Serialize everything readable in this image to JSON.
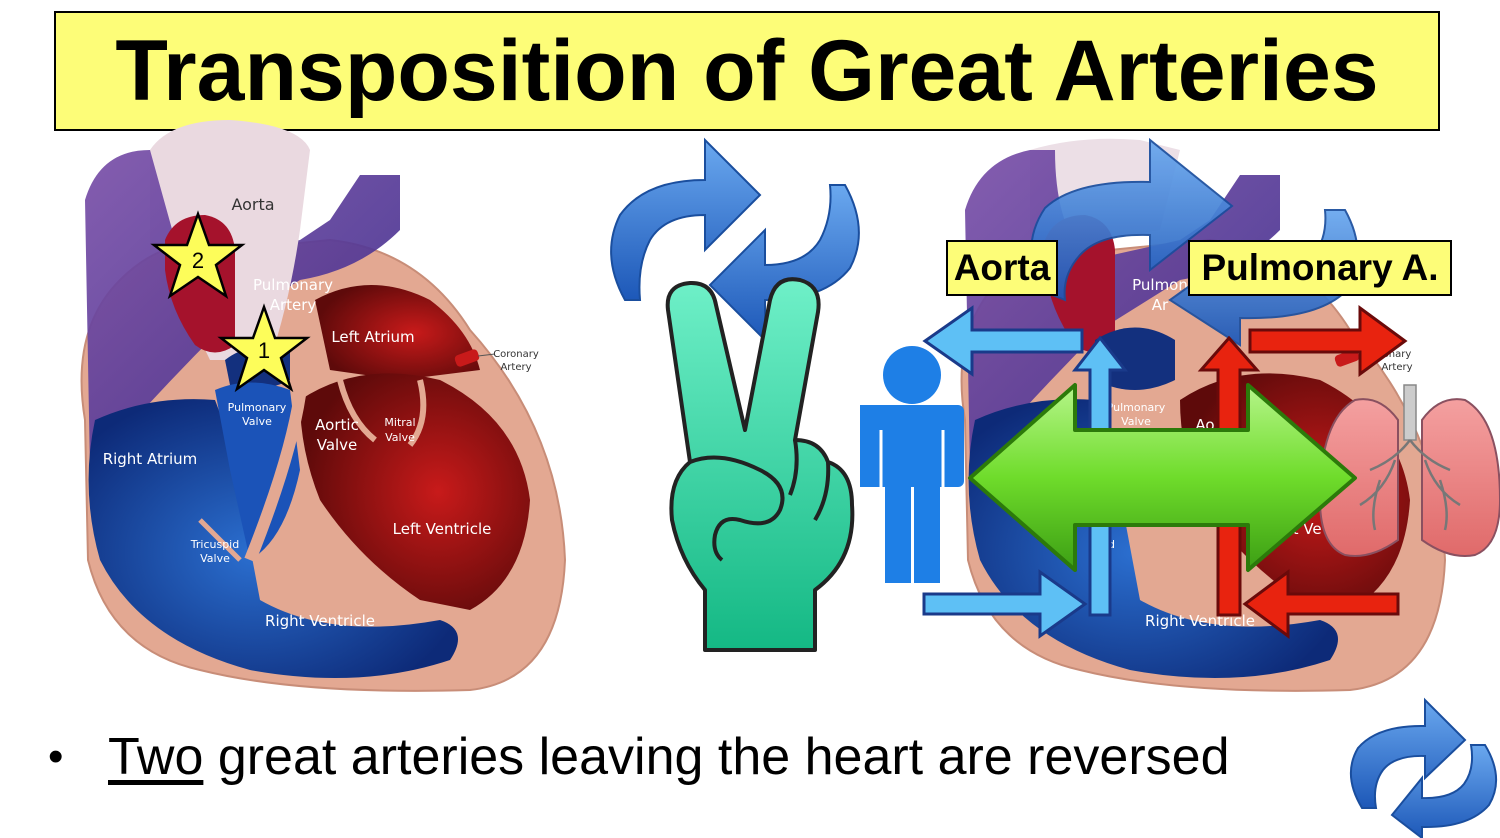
{
  "title": "Transposition of Great Arteries",
  "left_heart": {
    "labels": {
      "aorta": "Aorta",
      "pulmonary_artery_1": "Pulmonary",
      "pulmonary_artery_2": "Artery",
      "left_atrium": "Left Atrium",
      "coronary_1": "Coronary",
      "coronary_2": "Artery",
      "pulmonary_valve_1": "Pulmonary",
      "pulmonary_valve_2": "Valve",
      "aortic_valve_1": "Aortic",
      "aortic_valve_2": "Valve",
      "mitral_valve_1": "Mitral",
      "mitral_valve_2": "Valve",
      "right_atrium": "Right Atrium",
      "left_ventricle": "Left Ventricle",
      "tricuspid_valve_1": "Tricuspid",
      "tricuspid_valve_2": "Valve",
      "right_ventricle": "Right Ventricle"
    },
    "stars": [
      "1",
      "2"
    ]
  },
  "right_heart": {
    "labels": {
      "pulmonary_partial_1": "Pulmon",
      "pulmonary_partial_2": "Ar",
      "coronary_partial_1": "onary",
      "coronary_partial_2": "Artery",
      "pulmonary_valve_1": "Pulmonary",
      "pulmonary_valve_2": "Valve",
      "aortic_partial": "Ao",
      "tricuspid_partial": "id",
      "left_ventricle_partial": "eft Ve",
      "right_ventricle": "Right Ventricle"
    },
    "aorta_tag": "Aorta",
    "pulmonary_tag": "Pulmonary A."
  },
  "bullet": {
    "dot": "•",
    "emphasis": "Two",
    "rest": " great arteries leaving the heart are reversed"
  },
  "colors": {
    "title_bg": "#fdfd78",
    "deoxygenated_blue": "#5ec0f5",
    "oxygenated_red": "#e8230f",
    "swap_arrow_green": "#6fdc2b",
    "hand_teal": "#3fd8a8",
    "person_blue": "#1e7fe6",
    "lung_pink": "#f08f8f"
  },
  "icons": [
    "swap-arrows-icon",
    "peace-hand-icon",
    "person-icon",
    "lungs-icon",
    "star-icon"
  ]
}
